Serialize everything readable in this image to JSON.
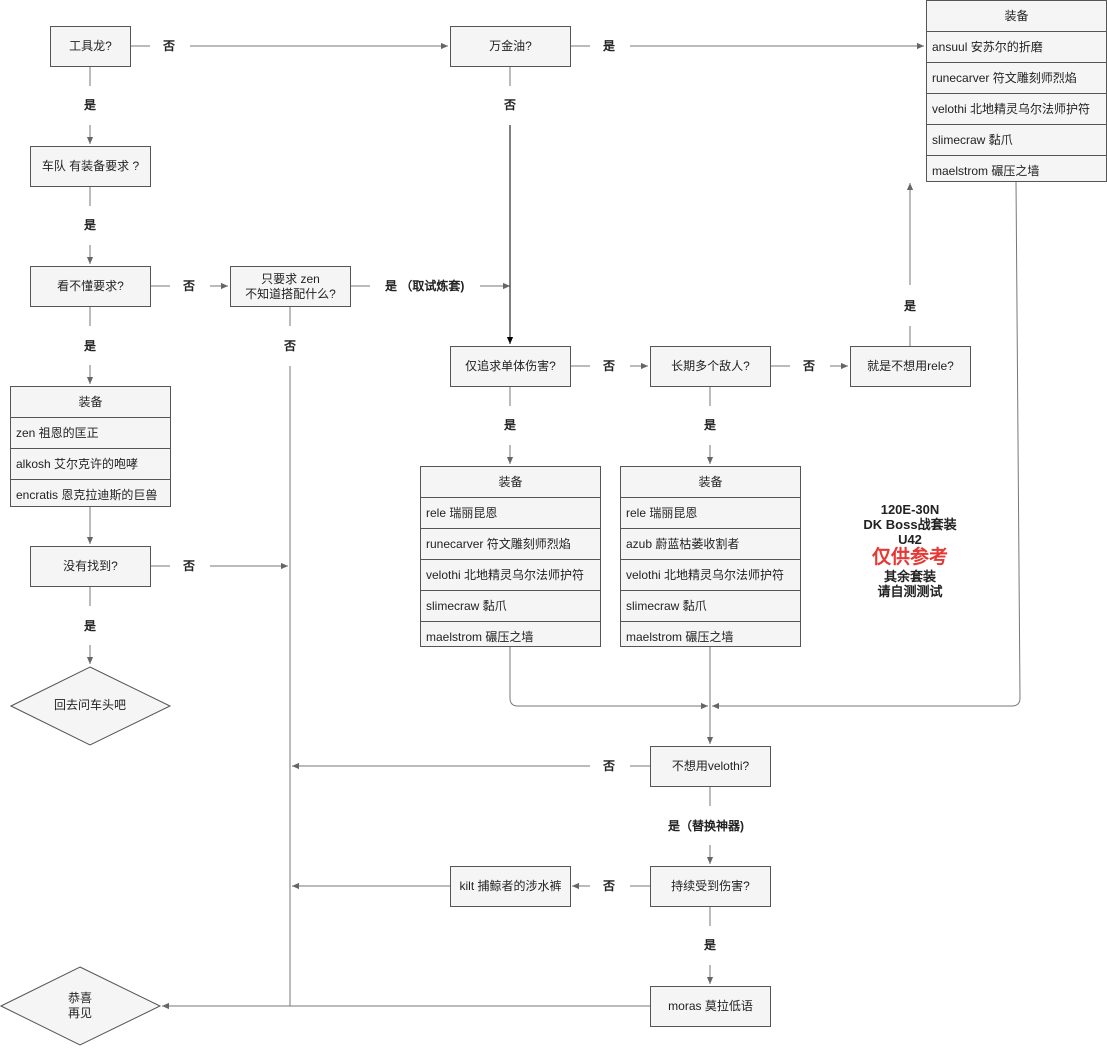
{
  "nodes": {
    "tool_dragon": "工具龙?",
    "elixir": "万金油?",
    "team_req": "车队 有装备要求 ?",
    "dont_understand": "看不懂要求?",
    "only_zen": "只要求 zen\n不知道搭配什么?",
    "single_target": "仅追求单体伤害?",
    "many_enemies": "长期多个敌人?",
    "no_rele": "就是不想用rele?",
    "not_found": "没有找到?",
    "go_back": "回去问车头吧",
    "no_velothi": "不想用velothi?",
    "kilt": "kilt 捕鲸者的涉水裤",
    "sustained": "持续受到伤害?",
    "moras": "moras 莫拉低语",
    "congrats": "恭喜\n再见"
  },
  "labels": {
    "no": "否",
    "yes": "是",
    "yes_trial": "是 （取试炼套)",
    "yes_swap": "是（替换神器)"
  },
  "tables": {
    "ansuul": {
      "title": "装备",
      "rows": [
        "ansuul 安苏尔的折磨",
        "runecarver 符文雕刻师烈焰",
        "velothi 北地精灵乌尔法师护符",
        "slimecraw 黏爪",
        "maelstrom 碾压之墙"
      ]
    },
    "zen": {
      "title": "装备",
      "rows": [
        "zen 祖恩的匡正",
        "alkosh 艾尔克许的咆哮",
        "encratis 恩克拉迪斯的巨兽"
      ]
    },
    "rele_single": {
      "title": "装备",
      "rows": [
        "rele 瑞丽昆恩",
        "runecarver 符文雕刻师烈焰",
        "velothi 北地精灵乌尔法师护符",
        "slimecraw 黏爪",
        "maelstrom 碾压之墙"
      ]
    },
    "rele_multi": {
      "title": "装备",
      "rows": [
        "rele 瑞丽昆恩",
        "azub 蔚蓝枯萎收割者",
        "velothi 北地精灵乌尔法师护符",
        "slimecraw 黏爪",
        "maelstrom 碾压之墙"
      ]
    }
  },
  "note": {
    "line1": "120E-30N",
    "line2": "DK Boss战套装",
    "line3": "U42",
    "warning": "仅供参考",
    "line4": "其余套装",
    "line5": "请自测测试"
  },
  "colors": {
    "node_fill": "#f5f5f5",
    "stroke": "#555555",
    "warning": "#e53935"
  }
}
